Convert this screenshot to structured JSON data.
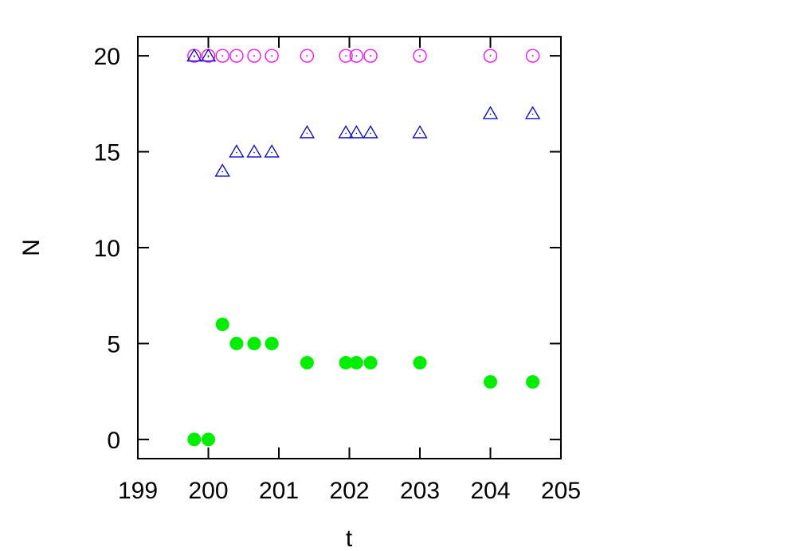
{
  "chart_data": {
    "type": "scatter",
    "title": "",
    "xlabel": "t",
    "ylabel": "N",
    "xlim": [
      199,
      205
    ],
    "ylim": [
      -1,
      21
    ],
    "xticks": [
      199,
      200,
      201,
      202,
      203,
      204,
      205
    ],
    "yticks": [
      0,
      5,
      10,
      15,
      20
    ],
    "grid": false,
    "legend": "none",
    "series": [
      {
        "marker": "open-circle-dot",
        "color": "#ff00ff",
        "x": [
          199.8,
          200.0,
          200.2,
          200.4,
          200.65,
          200.9,
          201.4,
          201.95,
          202.1,
          202.3,
          203.0,
          204.0,
          204.6
        ],
        "y": [
          20,
          20,
          20,
          20,
          20,
          20,
          20,
          20,
          20,
          20,
          20,
          20,
          20
        ]
      },
      {
        "marker": "open-triangle",
        "color": "#0000cc",
        "x": [
          199.8,
          200.0,
          200.2,
          200.4,
          200.65,
          200.9,
          201.4,
          201.95,
          202.1,
          202.3,
          203.0,
          204.0,
          204.6
        ],
        "y": [
          20,
          20,
          14,
          15,
          15,
          15,
          16,
          16,
          16,
          16,
          16,
          17,
          17
        ]
      },
      {
        "marker": "filled-circle",
        "color": "#00ee00",
        "x": [
          199.8,
          200.0,
          200.2,
          200.4,
          200.65,
          200.9,
          201.4,
          201.95,
          202.1,
          202.3,
          203.0,
          204.0,
          204.6
        ],
        "y": [
          0,
          0,
          6,
          5,
          5,
          5,
          4,
          4,
          4,
          4,
          4,
          3,
          3
        ]
      }
    ]
  }
}
